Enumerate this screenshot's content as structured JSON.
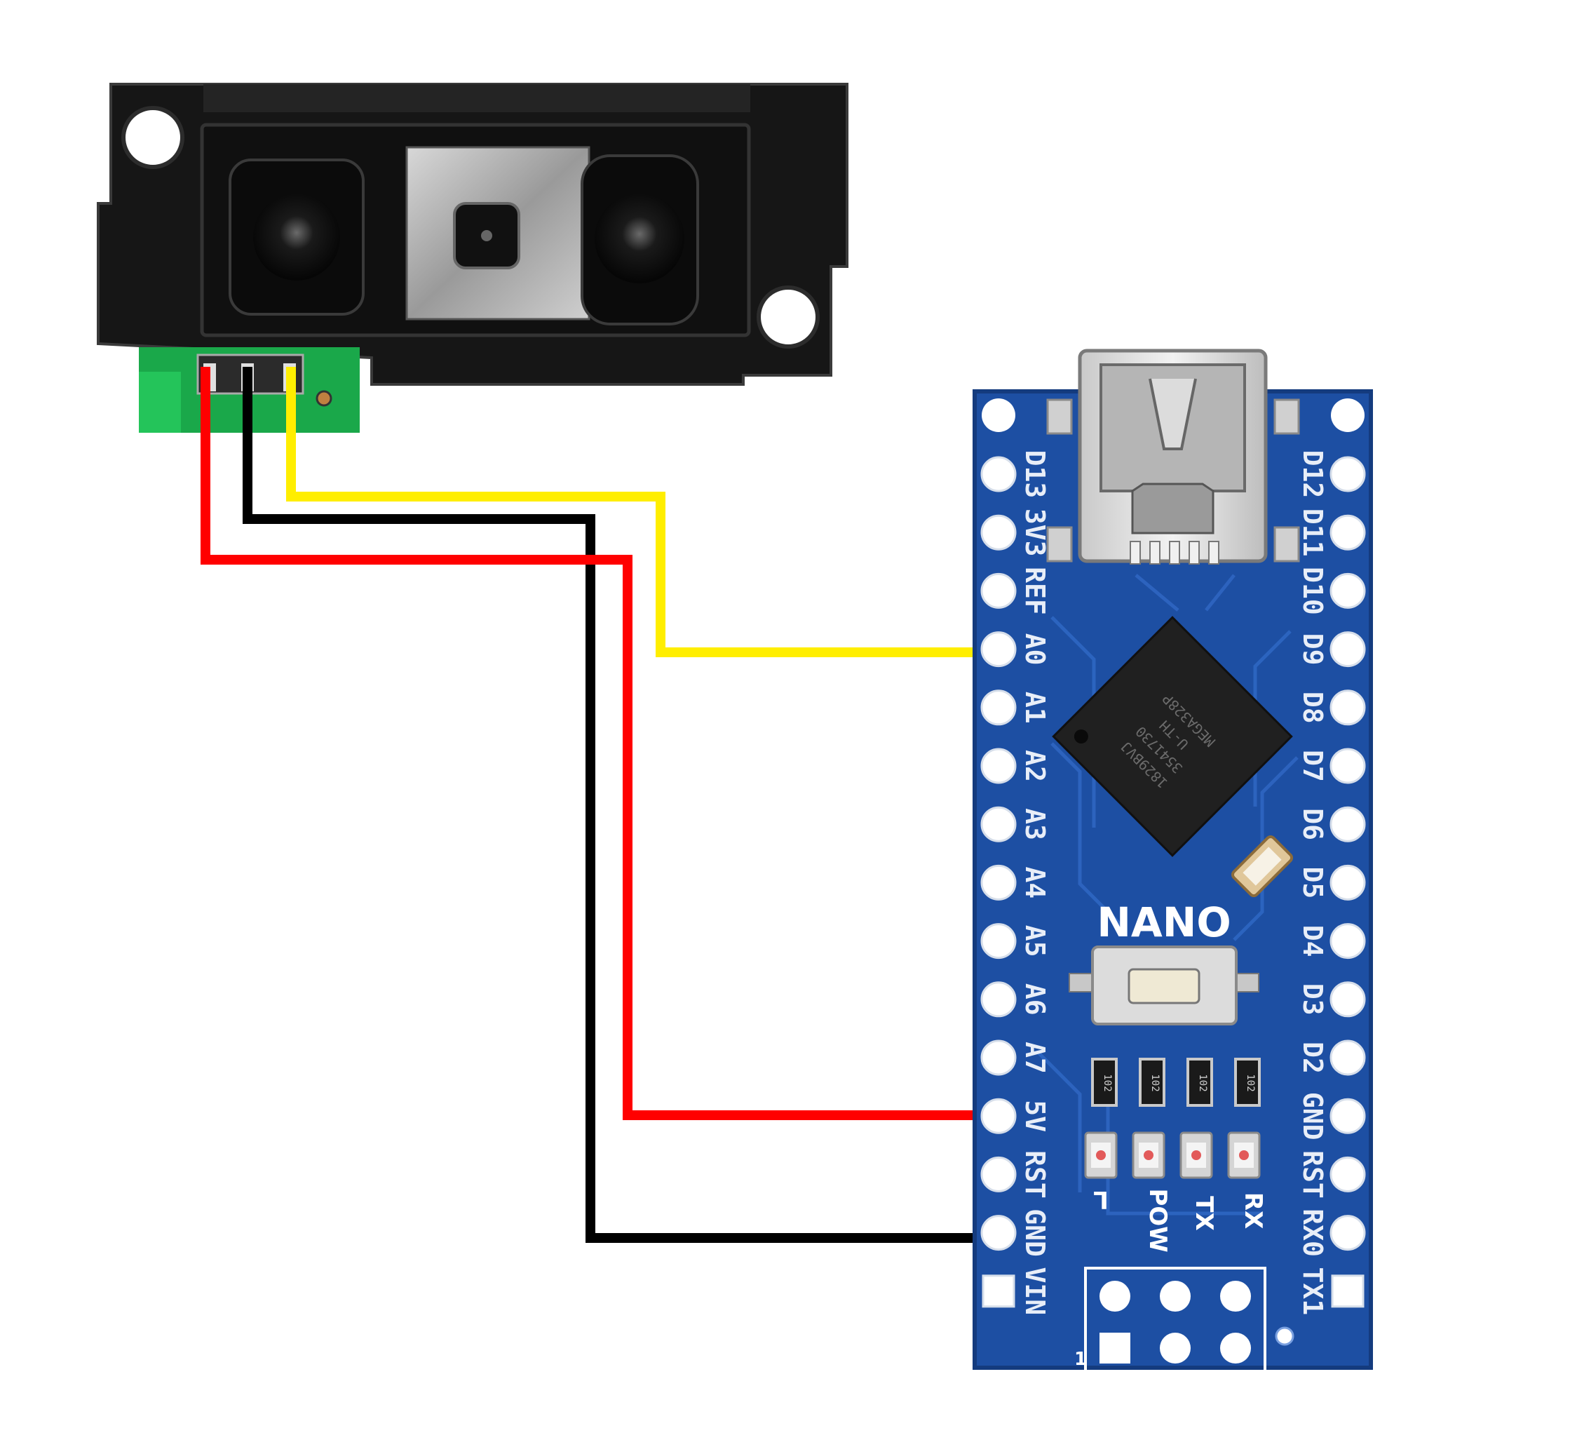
{
  "sensor": {
    "pins": [
      {
        "name": "sensor-pin-vcc",
        "wire": "red"
      },
      {
        "name": "sensor-pin-gnd",
        "wire": "black"
      },
      {
        "name": "sensor-pin-signal",
        "wire": "yellow"
      }
    ]
  },
  "board": {
    "brand_label": "NANO",
    "chip_lines": [
      "MEGA328P",
      "U-TH",
      "3541730",
      "1829BVJ"
    ],
    "left_pins": [
      "D13",
      "3V3",
      "REF",
      "A0",
      "A1",
      "A2",
      "A3",
      "A4",
      "A5",
      "A6",
      "A7",
      "5V",
      "RST",
      "GND",
      "VIN"
    ],
    "right_pins": [
      "D12",
      "D11",
      "D10",
      "D9",
      "D8",
      "D7",
      "D6",
      "D5",
      "D4",
      "D3",
      "D2",
      "GND",
      "RST",
      "RX0",
      "TX1"
    ],
    "led_labels": [
      "L",
      "POW",
      "TX",
      "RX"
    ],
    "resistor_label": "102",
    "icsp_pin_label": "1"
  },
  "wires": [
    {
      "name": "wire-signal-yellow",
      "color": "#ffee00",
      "from": "sensor signal",
      "to": "A0"
    },
    {
      "name": "wire-gnd-black",
      "color": "#000000",
      "from": "sensor GND",
      "to": "GND"
    },
    {
      "name": "wire-vcc-red",
      "color": "#ff0000",
      "from": "sensor VCC",
      "to": "5V"
    }
  ],
  "colors": {
    "pcb_blue": "#1d4fa3",
    "sensor_body": "#1a1a1a",
    "sensor_pcb": "#1aa84a"
  }
}
